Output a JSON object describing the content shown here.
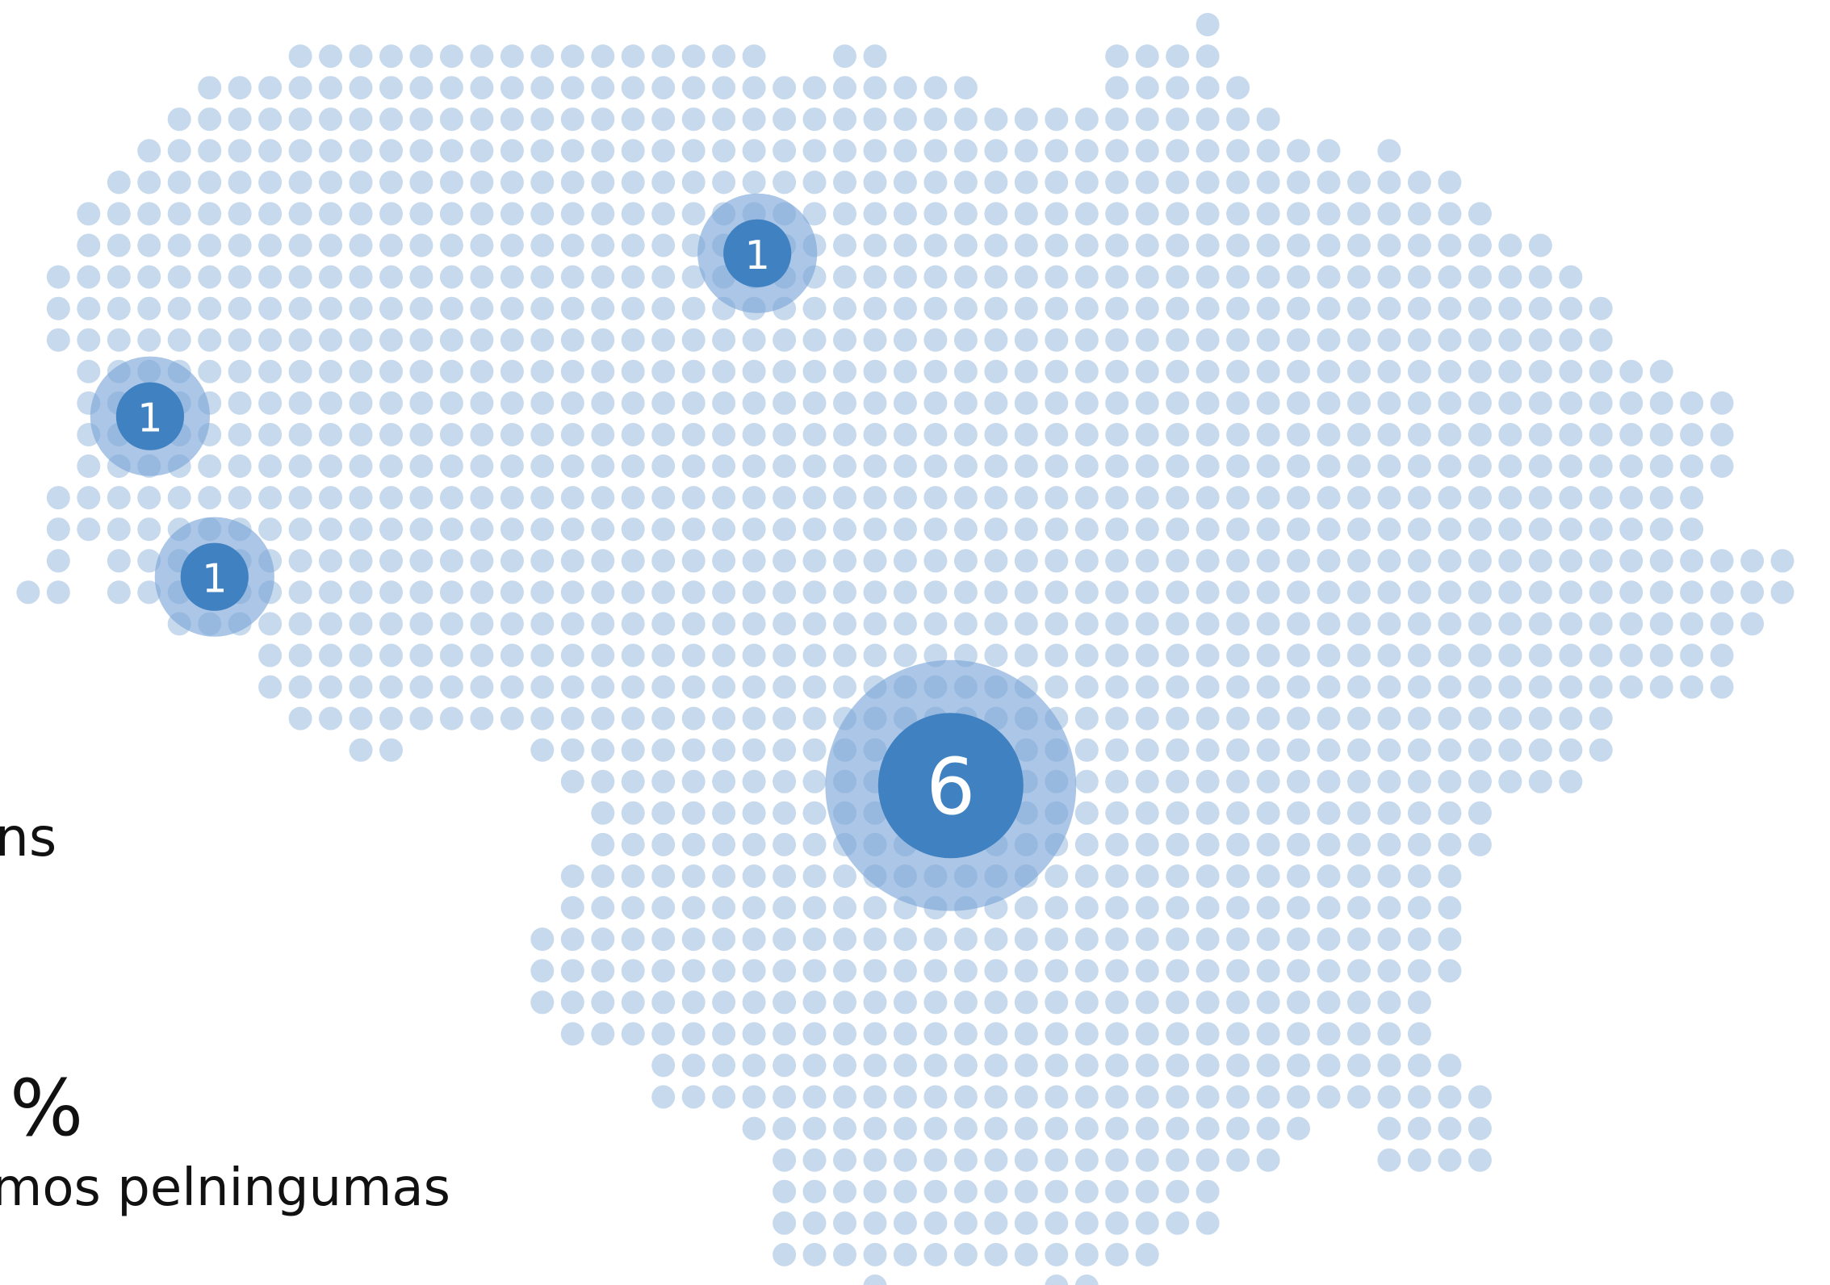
{
  "map": {
    "region": "Lithuania",
    "style": "dot-grid",
    "dot_color": "#c7d9ec",
    "marker_color": "#4081c1",
    "marker_halo_color": "#7ea8d8",
    "markers": [
      {
        "id": "north",
        "count": "1"
      },
      {
        "id": "west",
        "count": "1"
      },
      {
        "id": "southwest",
        "count": "1"
      },
      {
        "id": "capital",
        "count": "6"
      }
    ]
  },
  "stats": {
    "label_fragment": "ns",
    "value_fragment": "%",
    "caption_fragment": "mos pelningumas"
  }
}
